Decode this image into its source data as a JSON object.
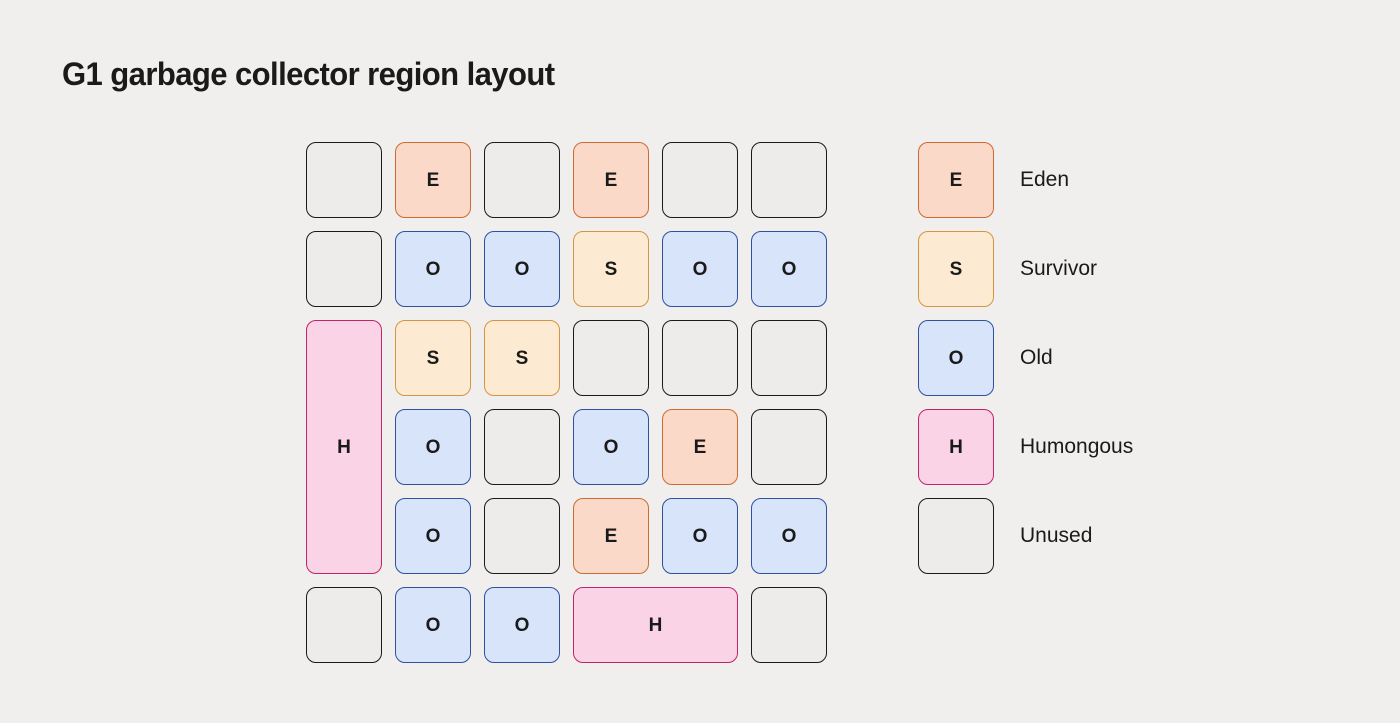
{
  "title": "G1 garbage collector region layout",
  "colors": {
    "background": "#F0EFED",
    "text": "#1A1A1A",
    "unused_fill": "#EDECEA",
    "unused_border": "#1A1A1A",
    "eden_fill": "#FBD9C8",
    "eden_border": "#CE6A33",
    "survivor_fill": "#FCEBD2",
    "survivor_border": "#D69440",
    "old_fill": "#D8E4FA",
    "old_border": "#2E51A0",
    "humongous_fill": "#FAD3E6",
    "humongous_border": "#C2246A"
  },
  "grid": {
    "rows": 6,
    "cols": 6,
    "cells": [
      {
        "row": 1,
        "col": 1,
        "type": "unused",
        "letter": ""
      },
      {
        "row": 1,
        "col": 2,
        "type": "eden",
        "letter": "E"
      },
      {
        "row": 1,
        "col": 3,
        "type": "unused",
        "letter": ""
      },
      {
        "row": 1,
        "col": 4,
        "type": "eden",
        "letter": "E"
      },
      {
        "row": 1,
        "col": 5,
        "type": "unused",
        "letter": ""
      },
      {
        "row": 1,
        "col": 6,
        "type": "unused",
        "letter": ""
      },
      {
        "row": 2,
        "col": 1,
        "type": "unused",
        "letter": ""
      },
      {
        "row": 2,
        "col": 2,
        "type": "old",
        "letter": "O"
      },
      {
        "row": 2,
        "col": 3,
        "type": "old",
        "letter": "O"
      },
      {
        "row": 2,
        "col": 4,
        "type": "survivor",
        "letter": "S"
      },
      {
        "row": 2,
        "col": 5,
        "type": "old",
        "letter": "O"
      },
      {
        "row": 2,
        "col": 6,
        "type": "old",
        "letter": "O"
      },
      {
        "row": 3,
        "col": 1,
        "type": "humongous",
        "letter": "H",
        "rowspan": 3
      },
      {
        "row": 3,
        "col": 2,
        "type": "survivor",
        "letter": "S"
      },
      {
        "row": 3,
        "col": 3,
        "type": "survivor",
        "letter": "S"
      },
      {
        "row": 3,
        "col": 4,
        "type": "unused",
        "letter": ""
      },
      {
        "row": 3,
        "col": 5,
        "type": "unused",
        "letter": ""
      },
      {
        "row": 3,
        "col": 6,
        "type": "unused",
        "letter": ""
      },
      {
        "row": 4,
        "col": 2,
        "type": "old",
        "letter": "O"
      },
      {
        "row": 4,
        "col": 3,
        "type": "unused",
        "letter": ""
      },
      {
        "row": 4,
        "col": 4,
        "type": "old",
        "letter": "O"
      },
      {
        "row": 4,
        "col": 5,
        "type": "eden",
        "letter": "E"
      },
      {
        "row": 4,
        "col": 6,
        "type": "unused",
        "letter": ""
      },
      {
        "row": 5,
        "col": 2,
        "type": "old",
        "letter": "O"
      },
      {
        "row": 5,
        "col": 3,
        "type": "unused",
        "letter": ""
      },
      {
        "row": 5,
        "col": 4,
        "type": "eden",
        "letter": "E"
      },
      {
        "row": 5,
        "col": 5,
        "type": "old",
        "letter": "O"
      },
      {
        "row": 5,
        "col": 6,
        "type": "old",
        "letter": "O"
      },
      {
        "row": 6,
        "col": 1,
        "type": "unused",
        "letter": ""
      },
      {
        "row": 6,
        "col": 2,
        "type": "old",
        "letter": "O"
      },
      {
        "row": 6,
        "col": 3,
        "type": "old",
        "letter": "O"
      },
      {
        "row": 6,
        "col": 4,
        "type": "humongous",
        "letter": "H",
        "colspan": 2
      },
      {
        "row": 6,
        "col": 6,
        "type": "unused",
        "letter": ""
      }
    ]
  },
  "legend": {
    "items": [
      {
        "type": "eden",
        "letter": "E",
        "label": "Eden"
      },
      {
        "type": "survivor",
        "letter": "S",
        "label": "Survivor"
      },
      {
        "type": "old",
        "letter": "O",
        "label": "Old"
      },
      {
        "type": "humongous",
        "letter": "H",
        "label": "Humongous"
      },
      {
        "type": "unused",
        "letter": "",
        "label": "Unused"
      }
    ]
  }
}
